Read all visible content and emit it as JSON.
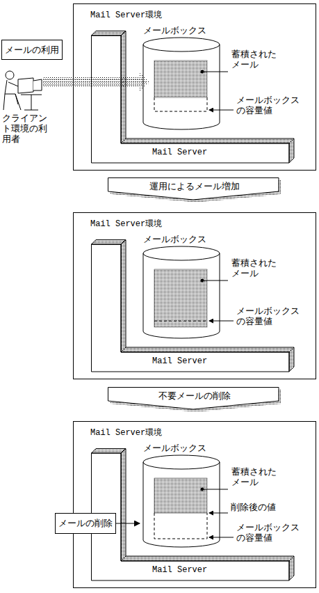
{
  "diagram": {
    "nodes": [
      {
        "text": [
          "Mail Server環境"
        ]
      },
      {
        "text": [
          "Mail Server"
        ],
        "in": 0
      },
      {
        "text": [
          "メールボックス"
        ],
        "in": 0
      },
      {
        "text": [
          "メールの利用"
        ]
      },
      {
        "text": [
          "運用によるメール増加"
        ]
      },
      {
        "text": [
          "Mail Server環境"
        ]
      },
      {
        "text": [
          "Mail Server"
        ],
        "in": 5
      },
      {
        "text": [
          "メールボックス"
        ],
        "in": 5
      },
      {
        "text": [
          "不要メールの削除"
        ]
      },
      {
        "text": [
          "Mail Server環境"
        ]
      },
      {
        "text": [
          "Mail Server"
        ],
        "in": 9
      },
      {
        "text": [
          "メールボックス"
        ],
        "in": 9
      },
      {
        "text": [
          "メールの削除"
        ]
      }
    ],
    "edges": [
      {
        "from": 12,
        "to": 11,
        "arrow": "to"
      }
    ],
    "labels": [
      "蓄積された メール",
      "メールボックス の容量値",
      "クライアン ト環境の利 用者",
      "蓄積された メール",
      "メールボックス の容量値",
      "蓄積された メール",
      "削除後の値",
      "メールボックス の容量値"
    ]
  }
}
